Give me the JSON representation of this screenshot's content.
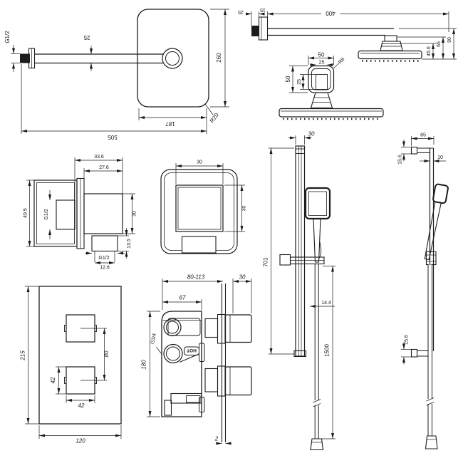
{
  "colors": {
    "line": "#1c1c1c",
    "background": "#ffffff"
  },
  "drawings": {
    "head_plan": {
      "inlet_thread": "G1/2",
      "arm_width": "25",
      "head_height": "260",
      "head_width": "187",
      "corner_radius": "R20",
      "total_length": "505"
    },
    "arm_side": {
      "stub_length": "25",
      "flange_depth": "15",
      "arm_length": "400",
      "drop_inner": "45.6",
      "drop_mid": "65",
      "drop_total": "90"
    },
    "head_detail": {
      "top_width": "50",
      "top_inner_width": "25",
      "corner_radius": "R8",
      "side_width": "50",
      "side_inner_width": "25"
    },
    "elbow": {
      "total_depth": "33.6",
      "body_depth": "27.6",
      "plate_height": "49.5",
      "inlet_thread": "G1/2",
      "body_height": "30",
      "outlet_length": "13.5",
      "outlet_thread": "G1/2",
      "outlet_core": "12.6"
    },
    "outlet": {
      "inner_width": "30",
      "inner_height": "30"
    },
    "rail_front": {
      "rail_width": "30",
      "rail_length": "701",
      "hose_diameter": "14.4",
      "hose_length": "1500"
    },
    "rail_side": {
      "bracket_reach": "65",
      "bracket_height_top": "15.6",
      "rail_depth": "10",
      "bracket_height_bottom": "15.6"
    },
    "valve_plate": {
      "plate_height": "215",
      "knob_spacing": "80",
      "knob_height": "42",
      "knob_width": "42",
      "plate_width": "120"
    },
    "valve_body": {
      "depth_range": "80-113",
      "knob_depth": "30",
      "body_depth": "67",
      "body_height": "180",
      "inlet_thread": "G3/4",
      "hot_label": "HOT",
      "wall_gap": "2"
    }
  }
}
